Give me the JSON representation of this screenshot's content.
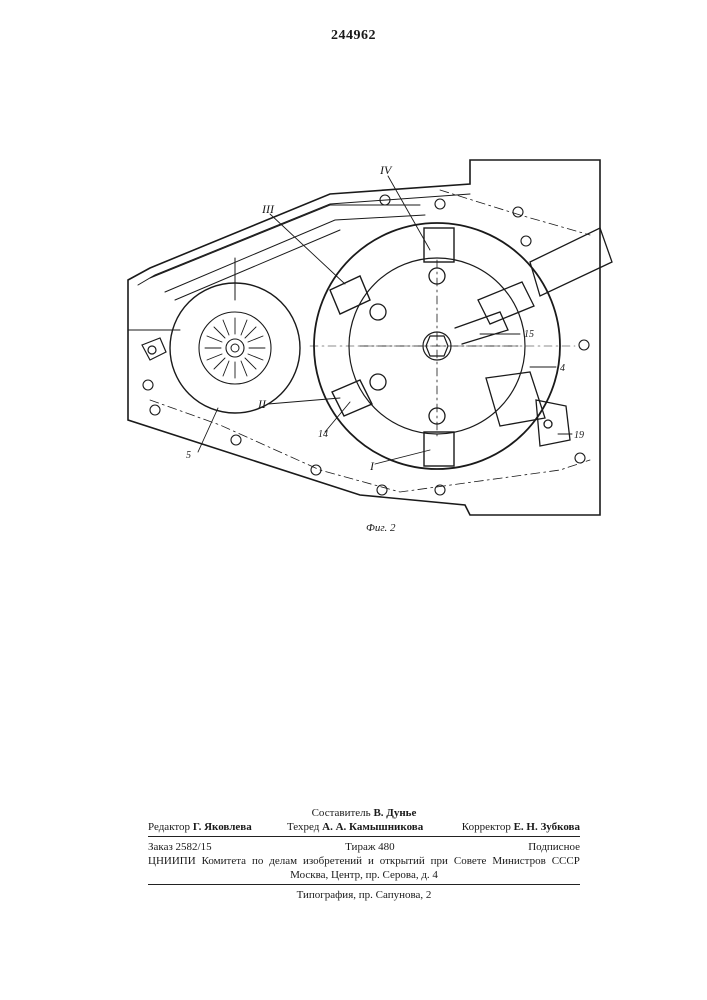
{
  "document": {
    "patent_number": "244962",
    "figure_caption": "Фиг. 2"
  },
  "drawing_labels": {
    "roman_1": "I",
    "roman_2": "II",
    "roman_3": "III",
    "roman_4": "IV",
    "n4": "4",
    "n5": "5",
    "n14": "14",
    "n15": "15",
    "n19": "19"
  },
  "footer": {
    "compiler_label": "Составитель",
    "compiler_name": "В. Дунье",
    "editor_label": "Редактор",
    "editor_name": "Г. Яковлева",
    "techred_label": "Техред",
    "techred_name": "А. А. Камышникова",
    "corrector_label": "Корректор",
    "corrector_name": "Е. Н. Зубкова",
    "order": "Заказ 2582/15",
    "circulation": "Тираж 480",
    "subscription": "Подписное",
    "org_line_words": [
      "ЦНИИПИ",
      "Комитета",
      "по",
      "делам",
      "изобретений",
      "и",
      "открытий",
      "при",
      "Совете",
      "Министров",
      "СССР"
    ],
    "address": "Москва, Центр, пр. Серова, д. 4",
    "printer": "Типография, пр. Сапунова, 2"
  }
}
